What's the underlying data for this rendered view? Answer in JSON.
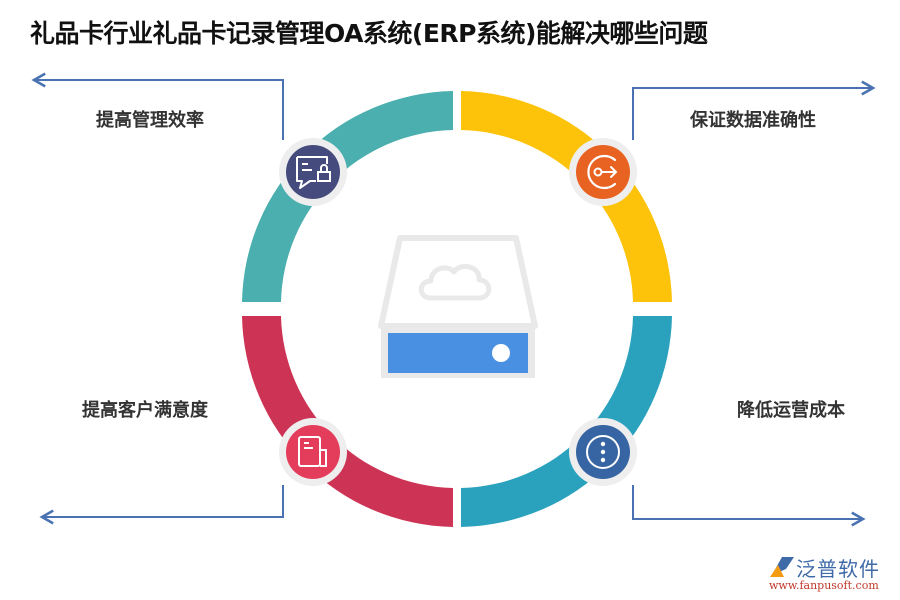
{
  "title": "礼品卡行业礼品卡记录管理OA系统(ERP系统)能解决哪些问题",
  "center_icon": "cloud-storage-drive-icon",
  "items": [
    {
      "label": "提高管理效率",
      "icon": "message-lock-icon",
      "position": "top-left",
      "ring_color": "#4aafae",
      "icon_color": "#454c7d"
    },
    {
      "label": "保证数据准确性",
      "icon": "key-exit-icon",
      "position": "top-right",
      "ring_color": "#fdc20a",
      "icon_color": "#e86322"
    },
    {
      "label": "提高客户满意度",
      "icon": "document-icon",
      "position": "bottom-left",
      "ring_color": "#cd3355",
      "icon_color": "#e43d5c"
    },
    {
      "label": "降低运营成本",
      "icon": "more-options-icon",
      "position": "bottom-right",
      "ring_color": "#2ba2bd",
      "icon_color": "#3765a3"
    }
  ],
  "colors": {
    "connector_line": "#4a72b3",
    "icon_halo": "#eeeeee",
    "drive_body": "#e9e9e9",
    "drive_panel": "#4a90e2"
  },
  "logo": {
    "name": "泛普软件",
    "url": "www.fanpusoft.com"
  }
}
